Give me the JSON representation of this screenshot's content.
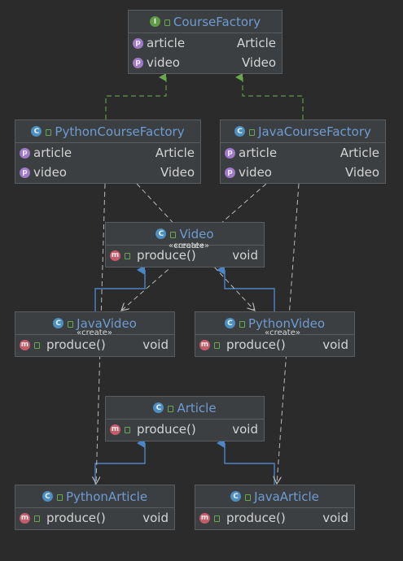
{
  "stereotype": "«create»",
  "nodes": {
    "course_factory": {
      "title": "CourseFactory",
      "kind": "I",
      "rows": [
        {
          "kind": "p",
          "name": "article",
          "type": "Article"
        },
        {
          "kind": "p",
          "name": "video",
          "type": "Video"
        }
      ]
    },
    "python_course_factory": {
      "title": "PythonCourseFactory",
      "kind": "C",
      "rows": [
        {
          "kind": "p",
          "name": "article",
          "type": "Article"
        },
        {
          "kind": "p",
          "name": "video",
          "type": "Video"
        }
      ]
    },
    "java_course_factory": {
      "title": "JavaCourseFactory",
      "kind": "C",
      "rows": [
        {
          "kind": "p",
          "name": "article",
          "type": "Article"
        },
        {
          "kind": "p",
          "name": "video",
          "type": "Video"
        }
      ]
    },
    "video": {
      "title": "Video",
      "kind": "C",
      "rows": [
        {
          "kind": "m",
          "name": "produce()",
          "type": "void"
        }
      ]
    },
    "java_video": {
      "title": "JavaVideo",
      "kind": "C",
      "rows": [
        {
          "kind": "m",
          "name": "produce()",
          "type": "void"
        }
      ]
    },
    "python_video": {
      "title": "PythonVideo",
      "kind": "C",
      "rows": [
        {
          "kind": "m",
          "name": "produce()",
          "type": "void"
        }
      ]
    },
    "article": {
      "title": "Article",
      "kind": "C",
      "rows": [
        {
          "kind": "m",
          "name": "produce()",
          "type": "void"
        }
      ]
    },
    "python_article": {
      "title": "PythonArticle",
      "kind": "C",
      "rows": [
        {
          "kind": "m",
          "name": "produce()",
          "type": "void"
        }
      ]
    },
    "java_article": {
      "title": "JavaArticle",
      "kind": "C",
      "rows": [
        {
          "kind": "m",
          "name": "produce()",
          "type": "void"
        }
      ]
    }
  },
  "colors": {
    "background": "#2b2b2b",
    "box": "#3c3f41",
    "title": "#6e9bd1",
    "implements_line": "#5f9a45",
    "extends_line": "#4a86c8",
    "dependency_line": "#bbbbbb"
  }
}
